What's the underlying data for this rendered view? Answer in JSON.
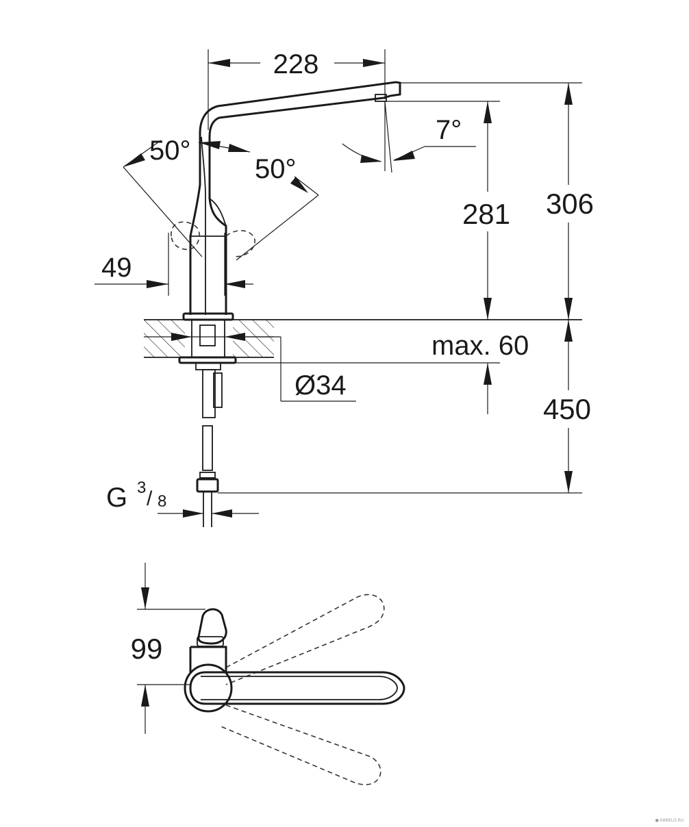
{
  "dimensions": {
    "spout_reach": "228",
    "swivel_left": "50°",
    "swivel_right": "50°",
    "spout_tilt": "7°",
    "outlet_height": "281",
    "total_height": "306",
    "body_width": "49",
    "counter_thickness": "max. 60",
    "hole_diameter": "Ø34",
    "hose_length": "450",
    "connection_thread_prefix": "G",
    "connection_thread_num": "3",
    "connection_thread_den": "8",
    "handle_clearance": "99"
  },
  "watermark": "● KANELO.RU"
}
